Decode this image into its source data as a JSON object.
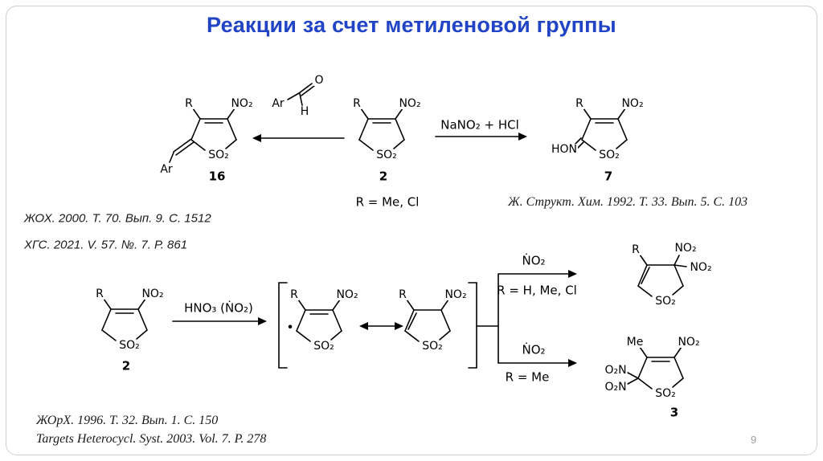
{
  "title": "Реакции за счет метиленовой группы",
  "page_number": "9",
  "colors": {
    "title_blue": "#2143c6",
    "structure_black": "#000000",
    "page_gray": "#9a9a9a",
    "frame_gray": "#cfcfcf"
  },
  "reagents": {
    "nano2_hcl": "NaNO₂ + HCl",
    "hno3_no2": "HNO₃ (ṄO₂)",
    "no2_radical_top": "ṄO₂",
    "no2_radical_bottom": "ṄO₂",
    "r_cond_top": "R = Me, Cl",
    "r_cond_branch_top": "R = H, Me, Cl",
    "r_cond_branch_bottom": "R = Me"
  },
  "structures": {
    "s16": {
      "r": "R",
      "no2": "NO₂",
      "so2": "SO₂",
      "ar": "Ar",
      "num": "16"
    },
    "aldehyde": {
      "ar": "Ar",
      "o": "O",
      "h": "H"
    },
    "s2_top": {
      "r": "R",
      "no2": "NO₂",
      "so2": "SO₂",
      "num": "2"
    },
    "s7": {
      "hon": "HON",
      "r": "R",
      "no2": "NO₂",
      "so2": "SO₂",
      "num": "7"
    },
    "s2_bottom": {
      "r": "R",
      "no2": "NO₂",
      "so2": "SO₂",
      "num": "2"
    },
    "radical_a": {
      "r": "R",
      "no2": "NO₂",
      "so2": "SO₂",
      "dot": "•"
    },
    "radical_b": {
      "r": "R",
      "no2": "NO₂",
      "so2": "SO₂"
    },
    "gem": {
      "r": "R",
      "no2_top": "NO₂",
      "no2_right": "NO₂",
      "so2": "SO₂"
    },
    "s3": {
      "me": "Me",
      "no2": "NO₂",
      "o2n_a": "O₂N",
      "o2n_b": "O₂N",
      "so2": "SO₂",
      "num": "3"
    }
  },
  "citations": {
    "zhokh": "ЖОХ. 2000. Т. 70. Вып. 9. С. 1512",
    "khgs": "ХГС. 2021. V. 57. №. 7. Р. 861",
    "zh_strukt": "Ж. Структ. Хим. 1992. Т. 33. Вып. 5. С. 103",
    "zhorkh": "ЖОрХ. 1996. Т. 32. Вып. 1. С. 150",
    "targets": "Targets Heterocycl. Syst. 2003. Vol. 7. P. 278"
  }
}
